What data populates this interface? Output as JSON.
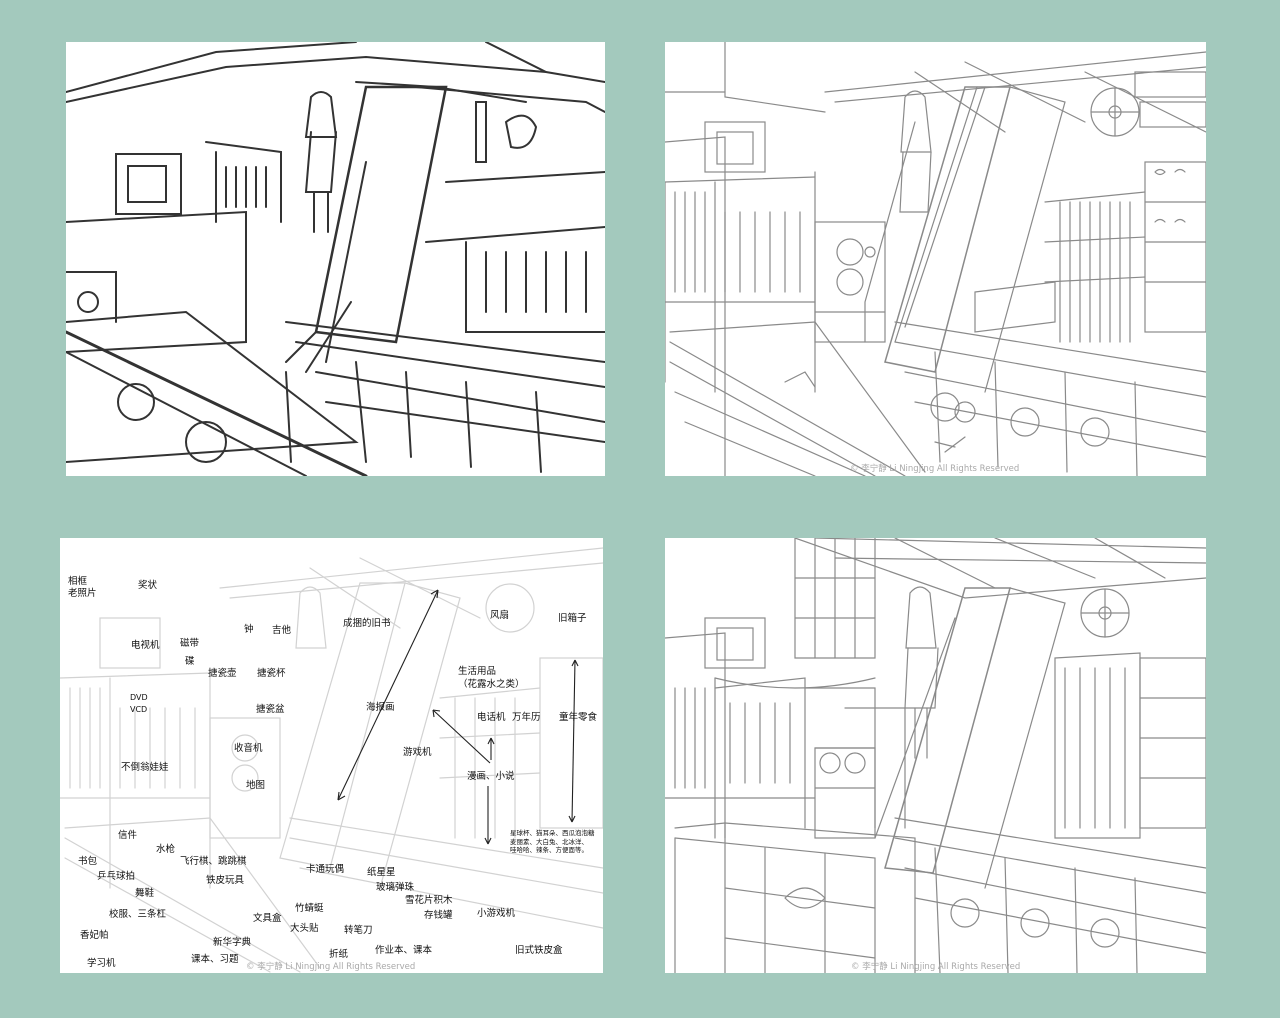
{
  "colors": {
    "background": "#a3c9bd",
    "panel": "#ffffff",
    "rough_stroke": "#333333",
    "clean_stroke": "#8a8a8a",
    "faint_stroke": "#d2d2d2"
  },
  "copyright": "© 李宁静 Li Ningjing All Rights Reserved",
  "annotations": [
    {
      "id": "xiangkuang",
      "text": "相框\n老照片"
    },
    {
      "id": "jiangzhuang",
      "text": "奖状"
    },
    {
      "id": "dianshiji",
      "text": "电视机"
    },
    {
      "id": "cidai",
      "text": "磁带"
    },
    {
      "id": "die",
      "text": "碟"
    },
    {
      "id": "zhong",
      "text": "钟"
    },
    {
      "id": "jita",
      "text": "吉他"
    },
    {
      "id": "cheng-kun",
      "text": "成捆的旧书"
    },
    {
      "id": "fengshan",
      "text": "风扇"
    },
    {
      "id": "jiuxiangzi",
      "text": "旧箱子"
    },
    {
      "id": "tangcihu",
      "text": "搪瓷壶"
    },
    {
      "id": "tangcibei",
      "text": "搪瓷杯"
    },
    {
      "id": "dvd",
      "text": "DVD\nVCD"
    },
    {
      "id": "tangcipen",
      "text": "搪瓷盆"
    },
    {
      "id": "haibaohua",
      "text": "海报画"
    },
    {
      "id": "shenghuoyongpin",
      "text": "生活用品\n（花露水之类）"
    },
    {
      "id": "dianhuaji",
      "text": "电话机"
    },
    {
      "id": "wannianli",
      "text": "万年历"
    },
    {
      "id": "tongnianlingshi",
      "text": "童年零食"
    },
    {
      "id": "shouyinji",
      "text": "收音机"
    },
    {
      "id": "budaoweng",
      "text": "不倒翁娃娃"
    },
    {
      "id": "youxiji",
      "text": "游戏机"
    },
    {
      "id": "ditu",
      "text": "地图"
    },
    {
      "id": "manhua",
      "text": "漫画、小说"
    },
    {
      "id": "lingshi-list",
      "text": "星球杯、猫耳朵、西瓜泡泡糖\n麦丽素、大白兔、北冰洋、\n哇哈哈、辣条、方便面等。"
    },
    {
      "id": "xinjian",
      "text": "信件"
    },
    {
      "id": "shuiqiang",
      "text": "水枪"
    },
    {
      "id": "shubao",
      "text": "书包"
    },
    {
      "id": "feixingqi",
      "text": "飞行棋、跳跳棋"
    },
    {
      "id": "katong",
      "text": "卡通玩偶"
    },
    {
      "id": "zhixingxing",
      "text": "纸星星"
    },
    {
      "id": "pingpang",
      "text": "乒乓球拍"
    },
    {
      "id": "tiepi",
      "text": "铁皮玩具"
    },
    {
      "id": "boli",
      "text": "玻璃弹珠"
    },
    {
      "id": "wuxie",
      "text": "舞鞋"
    },
    {
      "id": "xuehua",
      "text": "雪花片积木"
    },
    {
      "id": "zhuqingting",
      "text": "竹蜻蜓"
    },
    {
      "id": "xiaofu",
      "text": "校服、三条杠"
    },
    {
      "id": "wenjuhe",
      "text": "文具盒"
    },
    {
      "id": "cunqianguan",
      "text": "存钱罐"
    },
    {
      "id": "xiaoyouxiji",
      "text": "小游戏机"
    },
    {
      "id": "datoutie",
      "text": "大头贴"
    },
    {
      "id": "zhuanbidao",
      "text": "转笔刀"
    },
    {
      "id": "xiangfeipa",
      "text": "香妃帕"
    },
    {
      "id": "xinhua",
      "text": "新华字典"
    },
    {
      "id": "zhezhi",
      "text": "折纸"
    },
    {
      "id": "zuoyeben",
      "text": "作业本、课本"
    },
    {
      "id": "kebenxiti",
      "text": "课本、习题"
    },
    {
      "id": "tieshihe",
      "text": "旧式铁皮盒"
    },
    {
      "id": "xuexiji",
      "text": "学习机"
    }
  ]
}
